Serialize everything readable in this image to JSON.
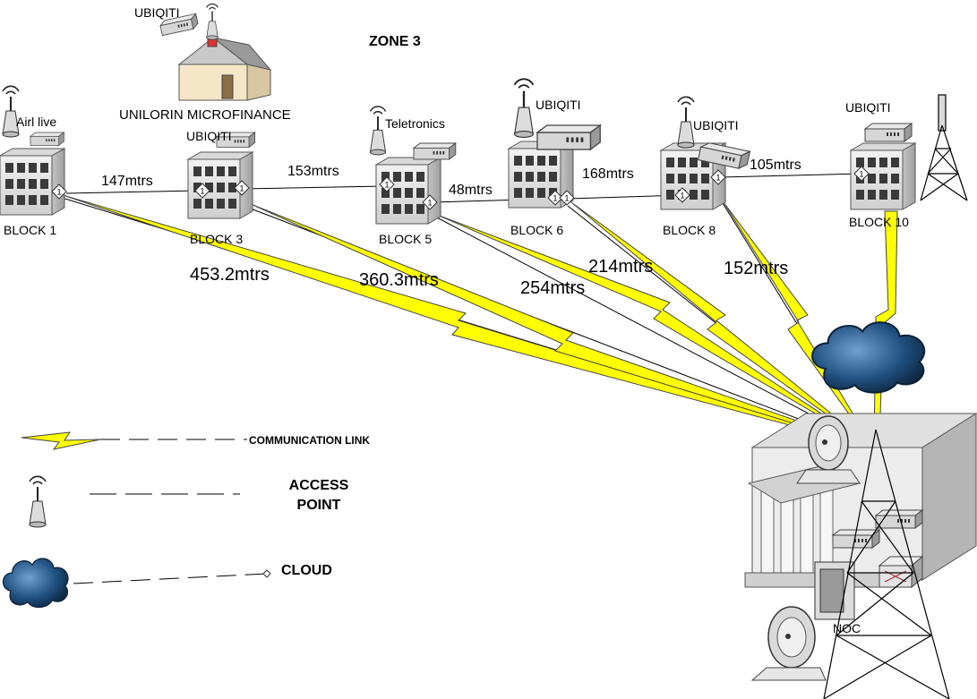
{
  "title": "ZONE 3",
  "microfinance": {
    "label": "UNILORIN MICROFINANCE",
    "device": "UBIQITI"
  },
  "buildings": [
    {
      "id": "block1",
      "label": "BLOCK 1",
      "device": "Airl live",
      "port": "1"
    },
    {
      "id": "block3",
      "label": "BLOCK 3",
      "device": "UBIQITI",
      "port": "1"
    },
    {
      "id": "block5",
      "label": "BLOCK 5",
      "device": "Teletronics",
      "port": "1"
    },
    {
      "id": "block6",
      "label": "BLOCK 6",
      "device": "UBIQITI",
      "port": "1"
    },
    {
      "id": "block8",
      "label": "BLOCK 8",
      "device": "UBIQITI",
      "port": "1"
    },
    {
      "id": "block10",
      "label": "BLOCK 10",
      "device": "UBIQITI",
      "port": "1"
    }
  ],
  "wired_links": [
    {
      "from": "block1",
      "to": "block3",
      "distance": "147mtrs"
    },
    {
      "from": "block3",
      "to": "block5",
      "distance": "153mtrs"
    },
    {
      "from": "block5",
      "to": "block6",
      "distance": "48mtrs"
    },
    {
      "from": "block6",
      "to": "block8",
      "distance": "168mtrs"
    },
    {
      "from": "block8",
      "to": "block10",
      "distance": "105mtrs"
    }
  ],
  "wireless_links": [
    {
      "from": "block1",
      "to": "noc",
      "distance": "453.2mtrs"
    },
    {
      "from": "block3",
      "to": "noc",
      "distance": "360.3mtrs"
    },
    {
      "from": "block5",
      "to": "noc",
      "distance": "254mtrs"
    },
    {
      "from": "block6",
      "to": "noc",
      "distance": "214mtrs"
    },
    {
      "from": "block8",
      "to": "noc",
      "distance": "152mtrs"
    },
    {
      "from": "block10",
      "to": "noc",
      "distance": ""
    }
  ],
  "noc": {
    "label": "NOC"
  },
  "legend": {
    "communication_link": "COMMUNICATION LINK",
    "access_point": "ACCESS POINT",
    "cloud": "CLOUD"
  },
  "colors": {
    "lightning": "#ffff00",
    "lightning_outline": "#444444",
    "building_front": "#e6e6e6",
    "building_side": "#bdbdbd",
    "cloud": "#1f4f7f",
    "house_wall": "#f5e6c8"
  }
}
